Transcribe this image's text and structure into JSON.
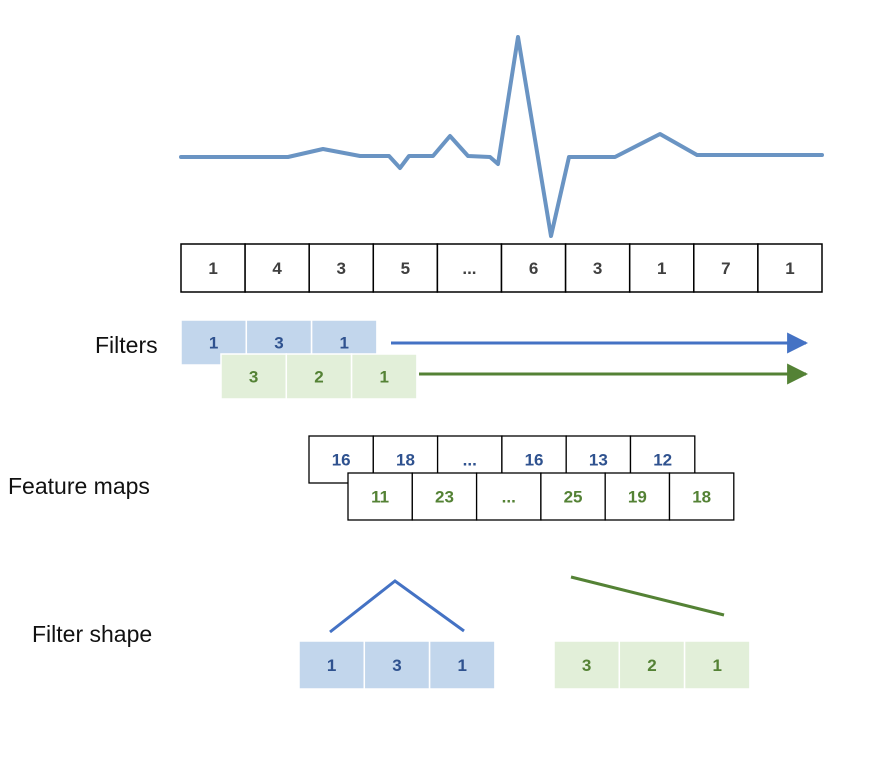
{
  "colors": {
    "signal": "#6a94c3",
    "blue": "#4472c4",
    "blue_text": "#2f528f",
    "blue_fill": "#c2d6ec",
    "green": "#548235",
    "green_text": "#548235",
    "green_fill": "#e2efd9",
    "black": "#000000",
    "dark_text": "#404040"
  },
  "labels": {
    "filters": "Filters",
    "feature_maps": "Feature maps",
    "filter_shape": "Filter shape"
  },
  "sequence": [
    "1",
    "4",
    "3",
    "5",
    "...",
    "6",
    "3",
    "1",
    "7",
    "1"
  ],
  "filters": {
    "blue": [
      "1",
      "3",
      "1"
    ],
    "green": [
      "3",
      "2",
      "1"
    ]
  },
  "feature_maps": {
    "blue": [
      "16",
      "18",
      "...",
      "16",
      "13",
      "12"
    ],
    "green": [
      "11",
      "23",
      "...",
      "25",
      "19",
      "18"
    ]
  },
  "filter_shapes": {
    "blue": [
      "1",
      "3",
      "1"
    ],
    "green": [
      "3",
      "2",
      "1"
    ]
  },
  "icons": {
    "blue_arrow": "arrow-right-icon",
    "green_arrow": "arrow-right-icon"
  }
}
